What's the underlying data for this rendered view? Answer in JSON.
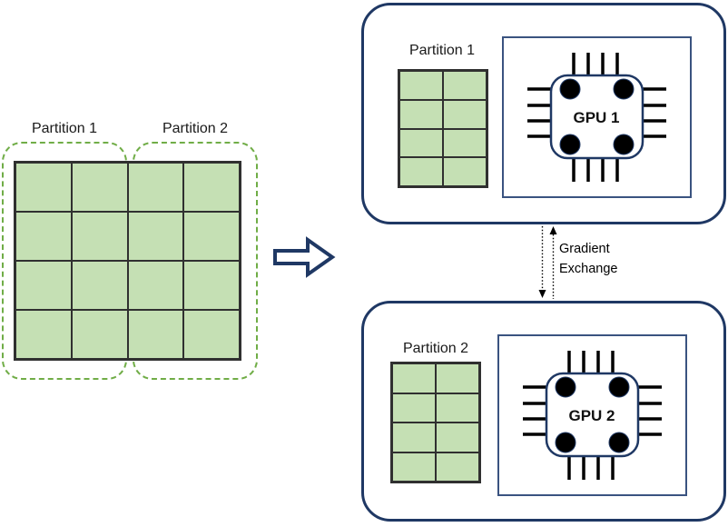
{
  "colors": {
    "accent_navy": "#1f3864",
    "cell_fill": "#c5e0b4",
    "grid_line": "#303030",
    "dashed_green": "#70ad47",
    "pin_black": "#000000"
  },
  "icons": {
    "right_arrow": "hollow-block-right-arrow",
    "gpu_chip": "microchip-with-corner-dots-and-pins",
    "exchange_arrows": "two-vertical-dotted-arrows-up-and-down"
  },
  "left_diagram": {
    "partition1_label": "Partition 1",
    "partition2_label": "Partition 2",
    "grid": {
      "rows": 4,
      "cols": 4
    }
  },
  "gpu_boxes": [
    {
      "partition_label": "Partition 1",
      "gpu_label": "GPU 1",
      "grid": {
        "rows": 4,
        "cols": 2
      }
    },
    {
      "partition_label": "Partition 2",
      "gpu_label": "GPU 2",
      "grid": {
        "rows": 4,
        "cols": 2
      }
    }
  ],
  "gradient_exchange": {
    "label_line1": "Gradient",
    "label_line2": "Exchange"
  }
}
